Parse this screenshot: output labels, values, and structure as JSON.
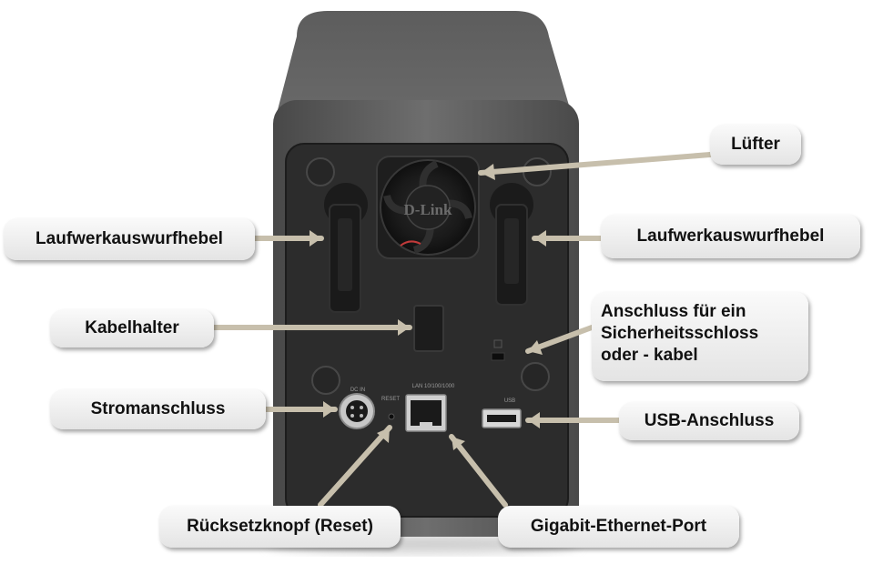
{
  "device": {
    "fan_brand": "D-Link",
    "port_marks": {
      "dc_in": "DC IN",
      "reset": "RESET",
      "lan": "LAN 10/100/1000",
      "usb": "USB"
    }
  },
  "labels": {
    "fan": "Lüfter",
    "left_eject_lever": "Laufwerkauswurfhebel",
    "right_eject_lever": "Laufwerkauswurfhebel",
    "cable_holder": "Kabelhalter",
    "security_lock": [
      "Anschluss für  ein",
      "Sicherheitsschloss",
      "oder - kabel"
    ],
    "power_connector": "Stromanschluss",
    "usb_port": "USB-Anschluss",
    "reset_button": "Rücksetzknopf (Reset)",
    "ethernet_port": "Gigabit-Ethernet-Port"
  },
  "colors": {
    "leader": "#c7bfac",
    "body": "#5a5a5a",
    "panel": "#2b2b2b"
  }
}
